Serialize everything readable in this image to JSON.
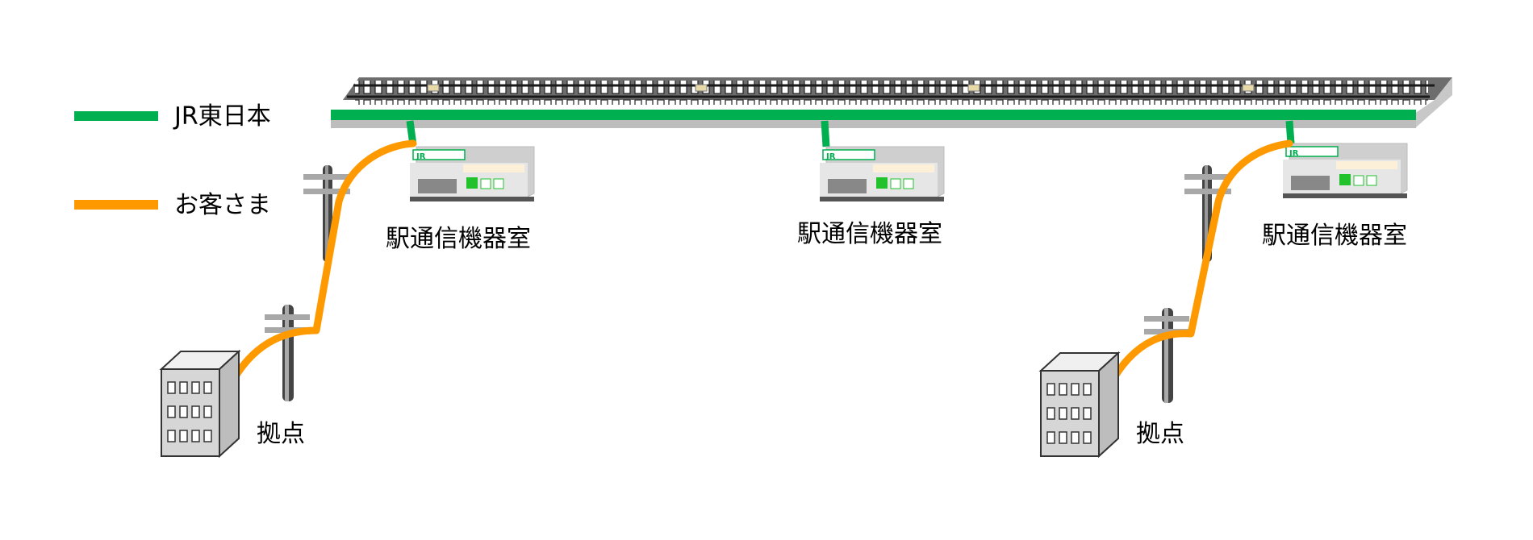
{
  "legend": {
    "jr_label": "JR東日本",
    "customer_label": "お客さま",
    "jr_color": "#00B050",
    "customer_color": "#FF9900"
  },
  "rooms": [
    {
      "label": "駅通信機器室",
      "logo": "JR"
    },
    {
      "label": "駅通信機器室",
      "logo": "JR"
    },
    {
      "label": "駅通信機器室",
      "logo": "JR"
    }
  ],
  "bases": [
    {
      "label": "拠点"
    },
    {
      "label": "拠点"
    }
  ],
  "icons": {
    "track": "railway-track-icon",
    "room": "station-equipment-room-icon",
    "pole": "utility-pole-icon",
    "building": "office-building-icon"
  }
}
